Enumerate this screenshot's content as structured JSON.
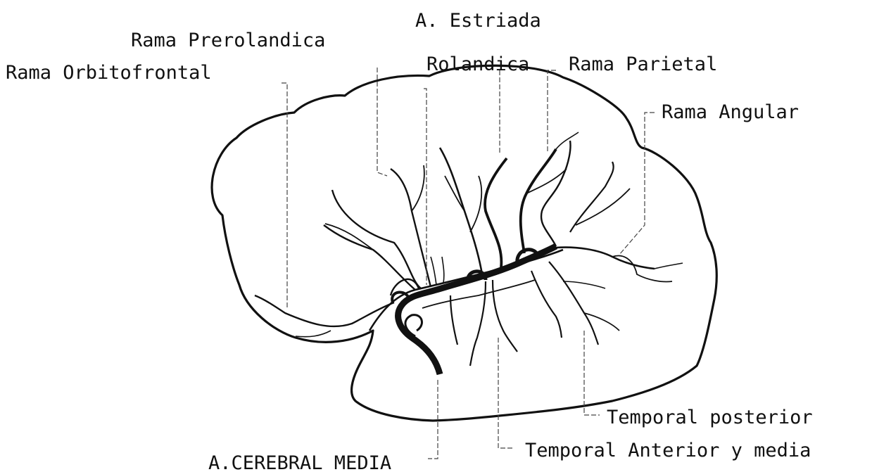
{
  "labels": {
    "estriada": "A. Estriada",
    "prerolandica": "Rama Prerolandica",
    "orbitofrontal": "Rama Orbitofrontal",
    "rolandica": "Rolandica",
    "parietal": "Rama Parietal",
    "angular": "Rama Angular",
    "temporal_posterior": "Temporal posterior",
    "temporal_anterior_media": "Temporal Anterior y media",
    "cerebral_media": "A.CEREBRAL MEDIA"
  },
  "colors": {
    "ink": "#111111",
    "leader": "#444444",
    "background": "#ffffff"
  }
}
